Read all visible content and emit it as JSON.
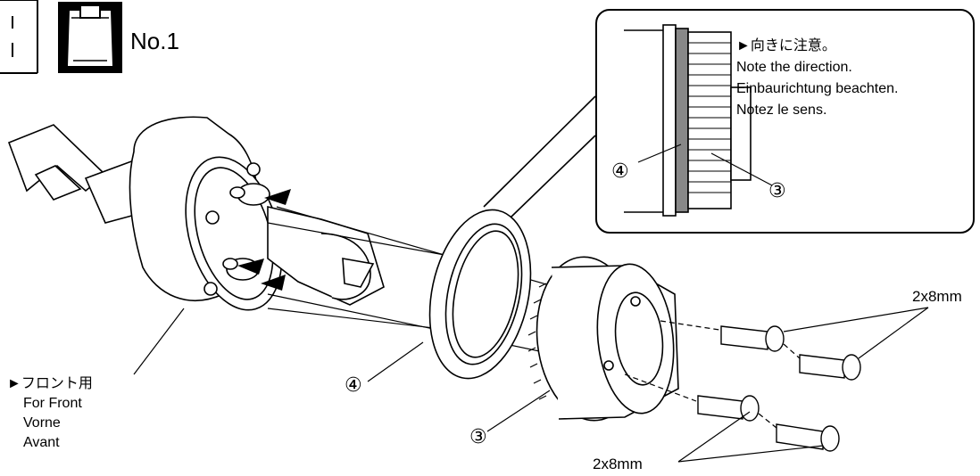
{
  "header": {
    "step_number": "No.1"
  },
  "inset": {
    "arrow": "►",
    "lines": [
      "向きに注意。",
      "Note the direction.",
      "Einbaurichtung beachten.",
      "Notez le sens."
    ],
    "part_left": "④",
    "part_right": "③"
  },
  "front_label": {
    "arrow": "►",
    "lines": [
      "フロント用",
      "For Front",
      "Vorne",
      "Avant"
    ]
  },
  "parts": {
    "ring": "④",
    "pulley": "③"
  },
  "screws": {
    "upper": "2x8mm",
    "lower": "2x8mm"
  }
}
